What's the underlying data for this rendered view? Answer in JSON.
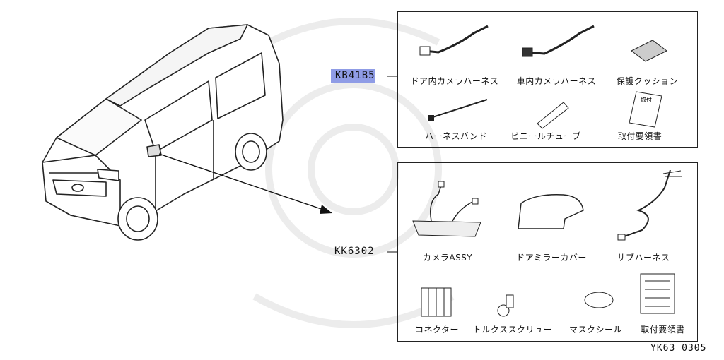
{
  "codes": {
    "kit1": "KB41B5",
    "kit2": "KK6302",
    "doc_id": "YK63 0305"
  },
  "kit1_parts": [
    "ドア内カメラハーネス",
    "車内カメラハーネス",
    "保護クッション",
    "ハーネスバンド",
    "ビニールチューブ",
    "取付要領書"
  ],
  "kit2_parts": [
    "カメラASSY",
    "ドアミラーカバー",
    "サブハーネス",
    "コネクター",
    "トルクススクリュー",
    "マスクシール",
    "取付要領書"
  ],
  "booklet_text": "取付",
  "highlight_color": "#8f9ce6"
}
